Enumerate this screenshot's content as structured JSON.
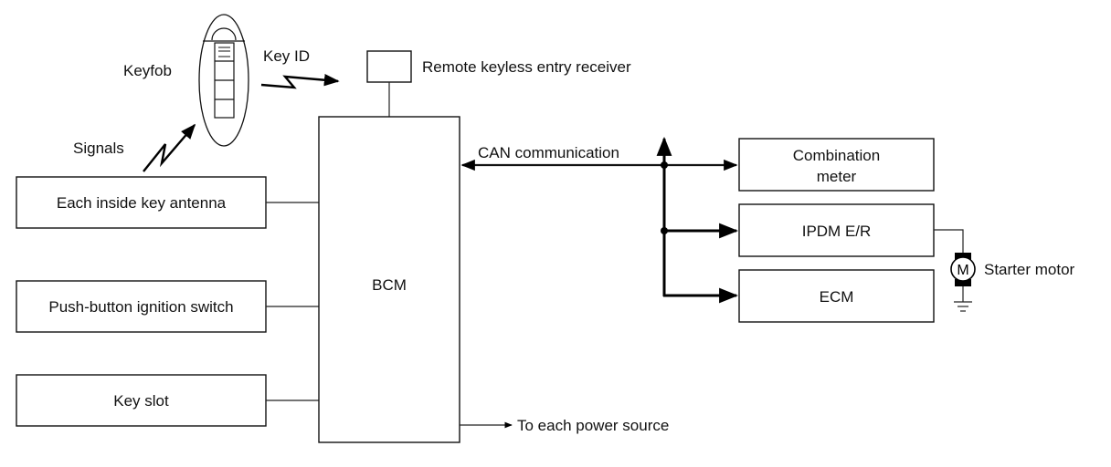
{
  "diagram": {
    "keyfob": {
      "label": "Keyfob"
    },
    "key_id": {
      "label": "Key ID"
    },
    "signals": {
      "label": "Signals"
    },
    "receiver": {
      "label": "Remote keyless entry receiver"
    },
    "inputs": [
      {
        "label": "Each inside key antenna"
      },
      {
        "label": "Push-button ignition switch"
      },
      {
        "label": "Key slot"
      }
    ],
    "bcm": {
      "label": "BCM"
    },
    "can": {
      "label": "CAN communication"
    },
    "outputs": [
      {
        "label_line1": "Combination",
        "label_line2": "meter"
      },
      {
        "label": "IPDM E/R"
      },
      {
        "label": "ECM"
      }
    ],
    "motor": {
      "symbol": "M",
      "label": "Starter motor"
    },
    "power": {
      "label": "To each power source"
    }
  }
}
